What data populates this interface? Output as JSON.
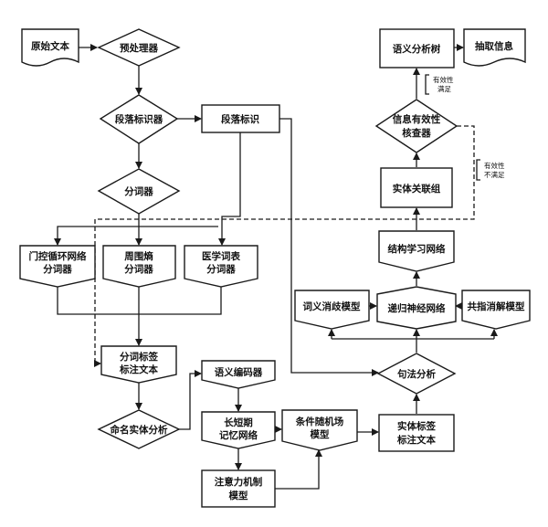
{
  "nodes": {
    "raw_text": "原始文本",
    "preprocessor": "预处理器",
    "para_recognizer": "段落标识器",
    "para_mark": "段落标识",
    "segmenter": "分词器",
    "gru_seg": [
      "门控循环网络",
      "分词器"
    ],
    "zhou_seg": [
      "周围熵",
      "分词器"
    ],
    "med_seg": [
      "医学词表",
      "分词器"
    ],
    "seg_tagged": [
      "分词标签",
      "标注文本"
    ],
    "ner": "命名实体分析",
    "sem_encoder": "语义编码器",
    "lstm": [
      "长短期",
      "记忆网络"
    ],
    "attention": [
      "注意力机制",
      "模型"
    ],
    "crf": [
      "条件随机场",
      "模型"
    ],
    "entity_tagged": [
      "实体标签",
      "标注文本"
    ],
    "syntax": "句法分析",
    "disambig": "词义消歧模型",
    "recursive": "递归神经网络",
    "coref": "共指消解模型",
    "struct_learn": "结构学习网络",
    "entity_group": "实体关联组",
    "validity_check": [
      "信息有效性",
      "核查器"
    ],
    "sem_tree": "语义分析树",
    "extract": "抽取信息"
  },
  "edge_labels": {
    "valid_ok": [
      "有效性",
      "满足"
    ],
    "valid_fail": [
      "有效性",
      "不满足"
    ]
  }
}
